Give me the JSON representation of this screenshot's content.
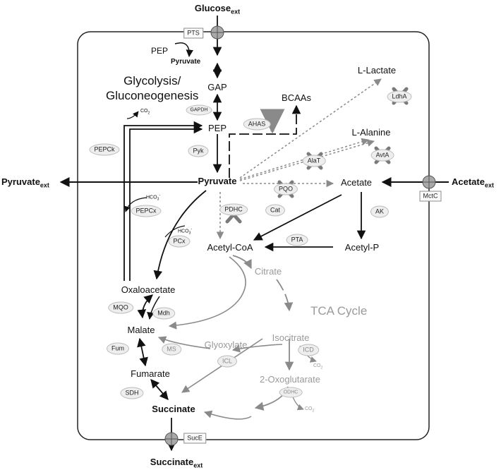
{
  "external": {
    "glucose": {
      "name": "Glucose",
      "sub": "ext"
    },
    "pyruvate": {
      "name": "Pyruvate",
      "sub": "ext"
    },
    "acetate": {
      "name": "Acetate",
      "sub": "ext"
    },
    "succinate": {
      "name": "Succinate",
      "sub": "ext"
    }
  },
  "transporters": {
    "pts": "PTS",
    "mctc": "MctC",
    "suce": "SucE"
  },
  "pathway_titles": {
    "glycolysis_line1": "Glycolysis/",
    "glycolysis_line2": "Gluconeogenesis",
    "tca": "TCA Cycle"
  },
  "metabolites": {
    "pep_top": "PEP",
    "pyruvate_top": "Pyruvate",
    "gap": "GAP",
    "pep": "PEP",
    "pyruvate": "Pyruvate",
    "bcaas": "BCAAs",
    "lactate": "L-Lactate",
    "alanine": "L-Alanine",
    "acetate": "Acetate",
    "acetyl_p": "Acetyl-P",
    "acetyl_coa": "Acetyl-CoA",
    "citrate": "Citrate",
    "isocitrate": "Isocitrate",
    "glyoxylate": "Glyoxylate",
    "oxoglutarate": "2-Oxoglutarate",
    "oxaloacetate": "Oxaloacetate",
    "malate": "Malate",
    "fumarate": "Fumarate",
    "succinate": "Succinate"
  },
  "enzymes": {
    "gapdh": "GAPDH",
    "ahas": "AHAS",
    "ldha": "LdhA",
    "pepck": "PEPCk",
    "pyk": "Pyk",
    "alat": "AlaT",
    "avta": "AvtA",
    "pqo": "PQO",
    "pepcx": "PEPCx",
    "pdhc": "PDHC",
    "cat": "Cat",
    "ak": "AK",
    "pta": "PTA",
    "pcx": "PCx",
    "mqo": "MQO",
    "mdh": "Mdh",
    "fum": "Fum",
    "ms": "MS",
    "icl": "ICL",
    "icd": "ICD",
    "sdh": "SDH",
    "odhc": "ODHC"
  },
  "cofactors": {
    "co2": "CO",
    "co2_sub": "2",
    "hco3": "HCO",
    "hco3_sub": "3",
    "hco3_sup": "-"
  },
  "knocked_out": [
    "LdhA",
    "AlaT",
    "AvtA",
    "PQO",
    "PDHC"
  ],
  "colors": {
    "pathway": "#111111",
    "tca": "#8a8a8a",
    "knockout_cross": "#7a7a7a",
    "enzyme_fill": "#eeeeee",
    "transporter_fill": "#a9a9a9"
  }
}
